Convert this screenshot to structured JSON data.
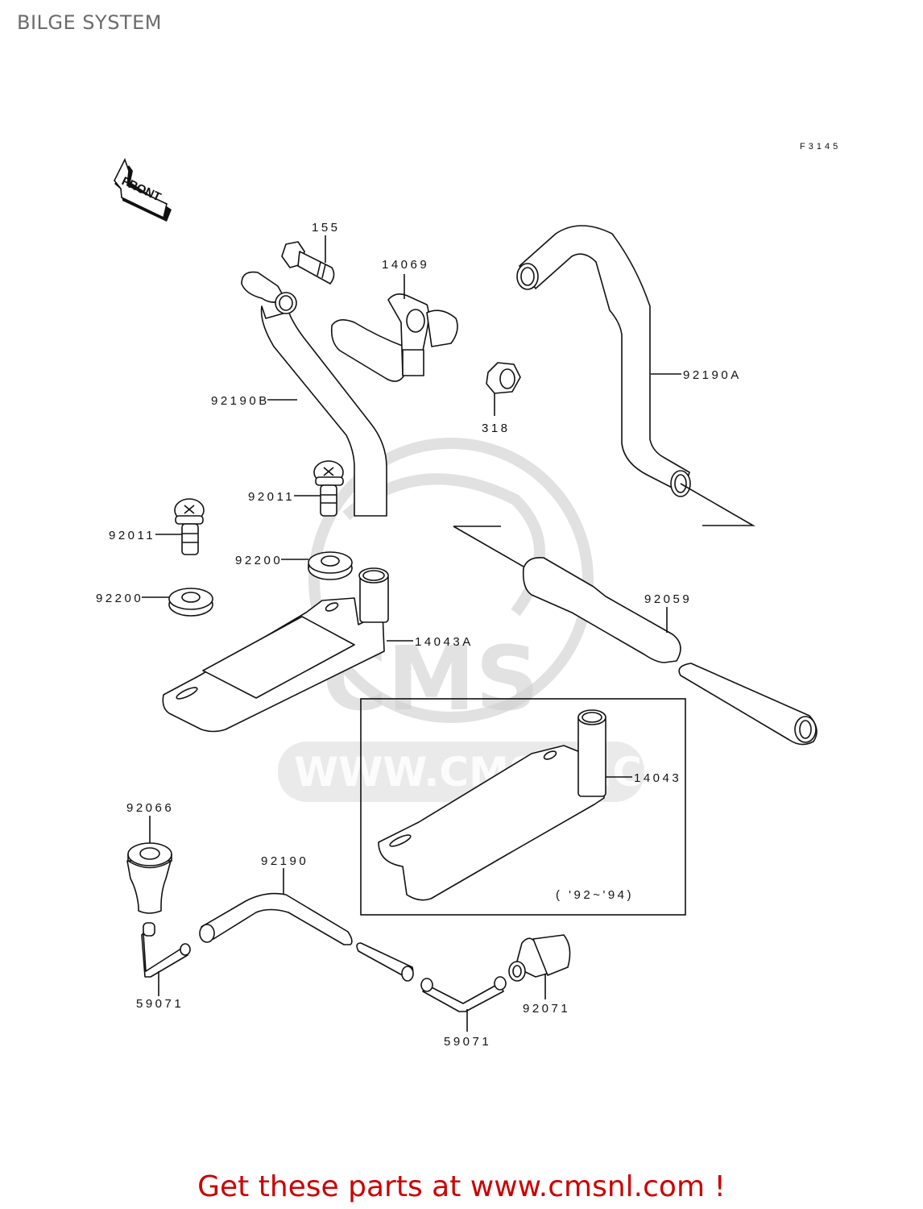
{
  "page": {
    "title": "BILGE SYSTEM",
    "figure_code": "F3145",
    "front_indicator": "FRONT",
    "footer_text": "Get these parts at www.cmsnl.com !",
    "footer_color": "#cc0000",
    "watermark": {
      "brand": "CMS",
      "url": "WWW.CMSNL.COM"
    }
  },
  "parts": [
    {
      "id": "155",
      "description": "bolt"
    },
    {
      "id": "14069",
      "description": "joint fitting"
    },
    {
      "id": "318",
      "description": "nut"
    },
    {
      "id": "92190B",
      "description": "bilge hose"
    },
    {
      "id": "92190A",
      "description": "bilge hose"
    },
    {
      "id": "92011",
      "description": "screw"
    },
    {
      "id": "92011",
      "description": "screw"
    },
    {
      "id": "92200",
      "description": "washer"
    },
    {
      "id": "92200",
      "description": "washer"
    },
    {
      "id": "14043A",
      "description": "bilge filter"
    },
    {
      "id": "92059",
      "description": "pipe"
    },
    {
      "id": "14043",
      "description": "bilge filter"
    },
    {
      "id": "92066",
      "description": "grommet"
    },
    {
      "id": "92190",
      "description": "hose"
    },
    {
      "id": "59071",
      "description": "joint"
    },
    {
      "id": "59071",
      "description": "joint"
    },
    {
      "id": "92071",
      "description": "fitting"
    }
  ],
  "inset": {
    "part_id": "14043",
    "note": "( '92~'94)"
  }
}
